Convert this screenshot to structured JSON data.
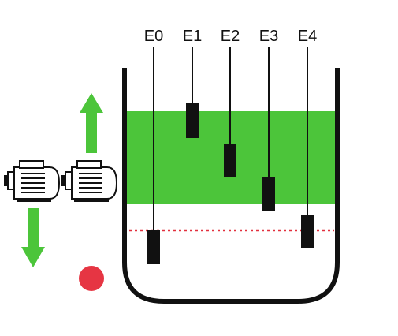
{
  "diagram": {
    "electrodes": [
      {
        "label": "E0"
      },
      {
        "label": "E1"
      },
      {
        "label": "E2"
      },
      {
        "label": "E3"
      },
      {
        "label": "E4"
      }
    ],
    "liquid_color": "#4cc53a",
    "arrow_color": "#4cc53a",
    "line_color": "#111111",
    "threshold_line_color": "#e2303e",
    "status_indicator_color": "#e63543",
    "pump_count": 2,
    "icons": {
      "pump": "motor-pump-icon",
      "arrow_up": "arrow-up-icon",
      "arrow_down": "arrow-down-icon",
      "indicator": "status-dot-icon"
    }
  }
}
